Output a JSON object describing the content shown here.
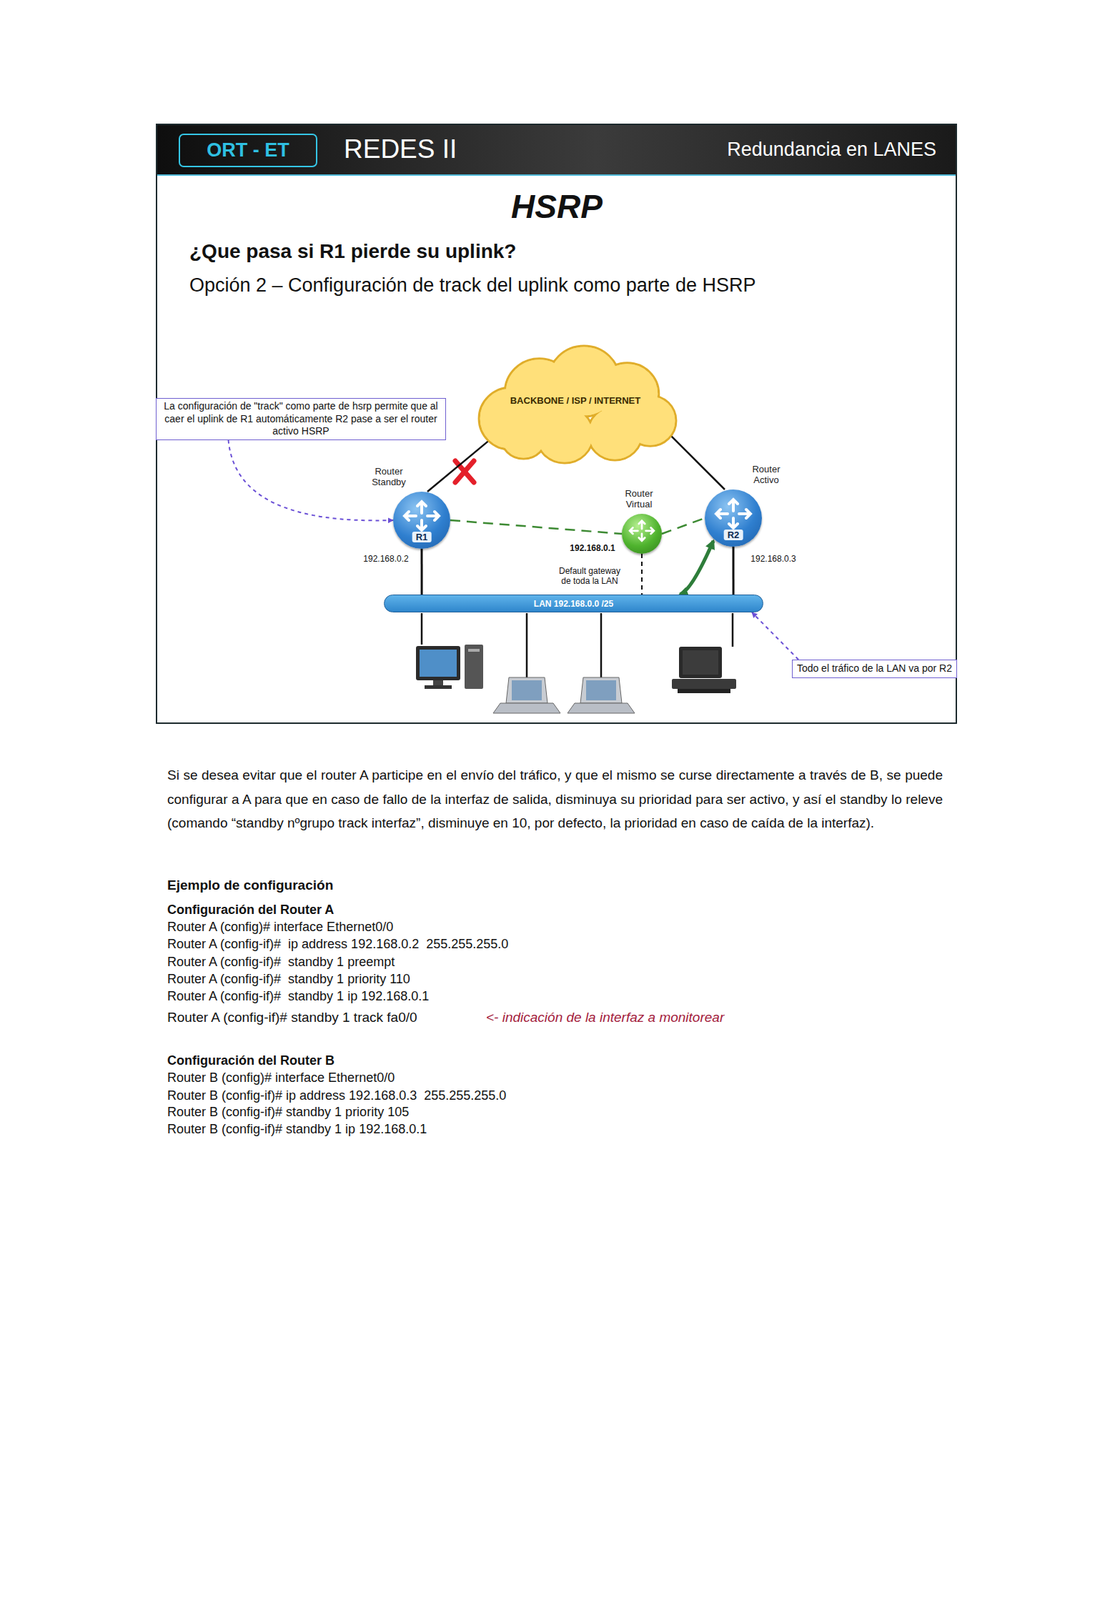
{
  "diagram": {
    "title": "HSRP",
    "nodes": [
      {
        "text": [
          "BACKBONE / ISP / INTERNET"
        ]
      },
      {
        "text": [
          "La configuración de \"track\" como parte de hsrp permite que al caer el uplink de R1 automáticamente R2 pase a ser el router activo HSRP"
        ]
      },
      {
        "text": [
          "Router Standby",
          "R1"
        ]
      },
      {
        "text": [
          "Router Virtual"
        ]
      },
      {
        "text": [
          "Router Activo",
          "R2"
        ]
      },
      {
        "text": [
          "LAN 192.168.0.0 /25"
        ]
      },
      {
        "text": [
          "Todo el tráfico de la LAN va por R2"
        ]
      }
    ],
    "edges": [
      {
        "from": 2,
        "to": 0,
        "arrow": "none"
      },
      {
        "from": 4,
        "to": 0,
        "arrow": "none"
      },
      {
        "from": 2,
        "to": 3,
        "arrow": "none"
      },
      {
        "from": 3,
        "to": 4,
        "arrow": "none"
      },
      {
        "from": 2,
        "to": 5,
        "arrow": "none"
      },
      {
        "from": 4,
        "to": 5,
        "arrow": "none"
      },
      {
        "from": 3,
        "to": 5,
        "arrow": "none"
      },
      {
        "from": 4,
        "to": 5,
        "arrow": "both"
      },
      {
        "from": 1,
        "to": 2,
        "arrow": "to"
      },
      {
        "from": 6,
        "to": 5,
        "arrow": "to"
      }
    ],
    "labels": [
      "ORT - ET",
      "REDES II",
      "Redundancia en LANES",
      "¿Que pasa si R1 pierde su uplink?",
      "Opción 2 – Configuración de track del uplink como parte de HSRP",
      "192.168.0.2",
      "192.168.0.1",
      "Default gateway de toda la LAN",
      "192.168.0.3",
      "Si se desea evitar que el router A participe en el envío del tráfico, y que el mismo se curse directamente a través de B, se puede configurar a A para que en caso de fallo de la interfaz de salida, disminuya su prioridad para ser activo, y así el standby lo releve (comando “standby nºgrupo track interfaz”, disminuye en 10, por defecto, la prioridad en caso de caída de la interfaz).",
      "Ejemplo de configuración",
      "Configuración del Router A",
      "Router A (config)# interface Ethernet0/0",
      "Router A (config-if)#  ip address 192.168.0.2  255.255.255.0",
      "Router A (config-if)#  standby 1 preempt",
      "Router A (config-if)#  standby 1 priority 110",
      "Router A (config-if)#  standby 1 ip 192.168.0.1",
      "Router A (config-if)# standby 1 track fa0/0",
      "<- indicación de la interfaz a monitorear",
      "Configuración del Router B",
      "Router B (config)# interface Ethernet0/0",
      "Router B (config-if)# ip address 192.168.0.3  255.255.255.0",
      "Router B (config-if)# standby 1 priority 105",
      "Router B (config-if)# standby 1 ip 192.168.0.1"
    ]
  }
}
